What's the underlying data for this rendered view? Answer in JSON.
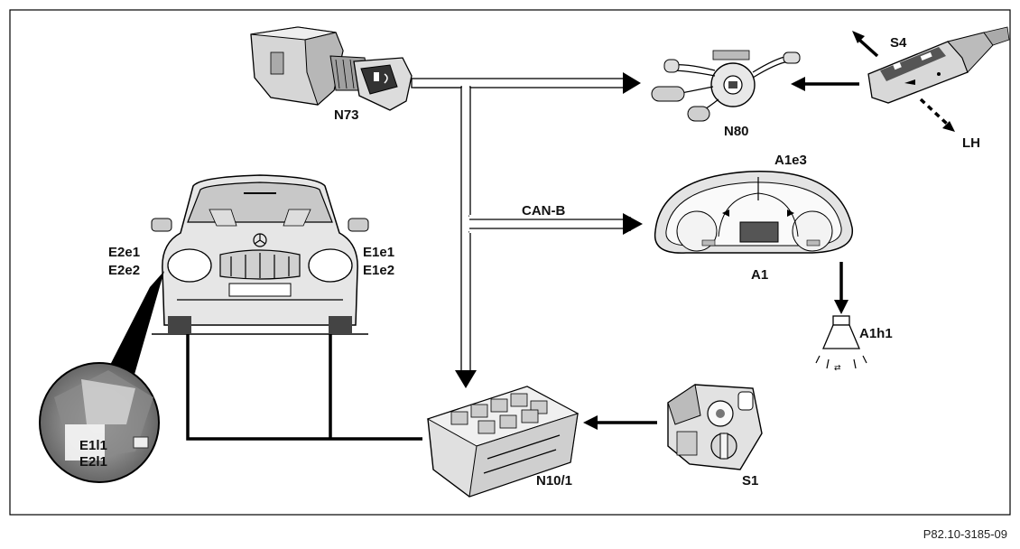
{
  "labels": {
    "n73": "N73",
    "n80": "N80",
    "s4": "S4",
    "lh": "LH",
    "a1e3": "A1e3",
    "can_b": "CAN-B",
    "a1": "A1",
    "a1h1": "A1h1",
    "e2e1": "E2e1",
    "e2e2": "E2e2",
    "e1e1": "E1e1",
    "e1e2": "E1e2",
    "e1l1": "E1l1",
    "e2l1": "E2l1",
    "n10_1": "N10/1",
    "s1": "S1"
  },
  "figure_number": "P82.10-3185-09"
}
